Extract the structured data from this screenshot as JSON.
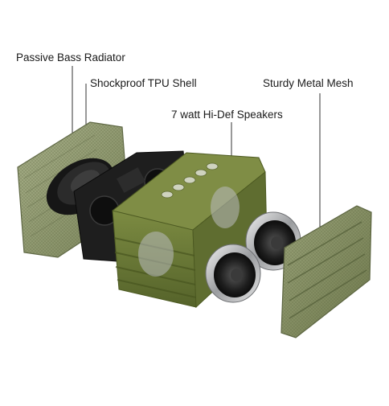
{
  "labels": {
    "passive_bass_radiator": "Passive Bass Radiator",
    "shockproof_tpu_shell": "Shockproof TPU Shell",
    "sturdy_metal_mesh": "Sturdy Metal Mesh",
    "hi_def_speakers": "7 watt Hi-Def Speakers"
  },
  "colors": {
    "shell_green": "#6f7f3a",
    "mesh_green": "#8b9666",
    "frame_black": "#1e1e1e",
    "chrome": "#c8cacc"
  }
}
